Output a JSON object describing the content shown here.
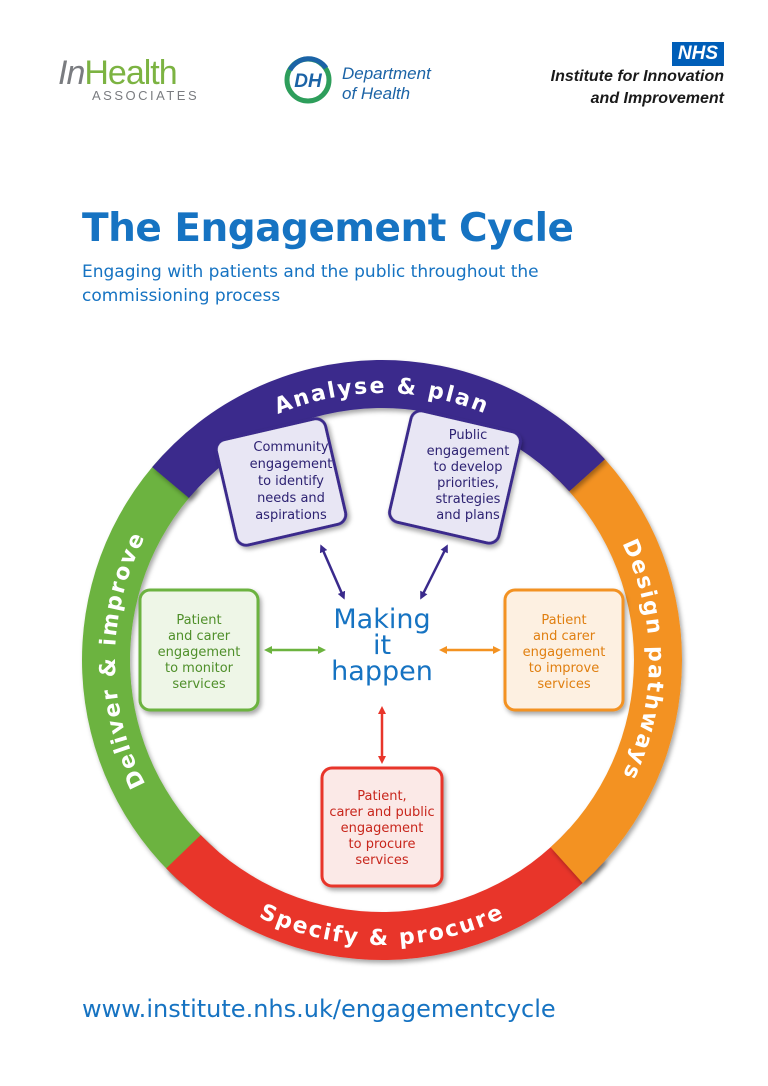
{
  "logos": {
    "inhealth": {
      "in": "In",
      "health": "Health",
      "associates": "ASSOCIATES"
    },
    "dh": {
      "mark": "DH",
      "line1": "Department",
      "line2": "of Health"
    },
    "nhs": {
      "badge": "NHS",
      "line1": "Institute for Innovation",
      "line2": "and Improvement"
    }
  },
  "title": "The Engagement Cycle",
  "subtitle": "Engaging with patients and the public throughout the commissioning process",
  "cycle": {
    "center": [
      "Making",
      "it",
      "happen"
    ],
    "segments": {
      "top": "Analyse & plan",
      "right": "Design pathways",
      "bottom": "Specify & procure",
      "left": "Deliver & improve"
    },
    "boxes": {
      "analyse_left": [
        "Community",
        "engagement",
        "to identify",
        "needs and",
        "aspirations"
      ],
      "analyse_right": [
        "Public",
        "engagement",
        "to develop",
        "priorities,",
        "strategies",
        "and plans"
      ],
      "design": [
        "Patient",
        "and carer",
        "engagement",
        "to improve",
        "services"
      ],
      "procure": [
        "Patient,",
        "carer and public",
        "engagement",
        "to procure",
        "services"
      ],
      "deliver": [
        "Patient",
        "and carer",
        "engagement",
        "to monitor",
        "services"
      ]
    },
    "colors": {
      "analyse": "#3a2a8c",
      "design": "#f39221",
      "procure": "#e8352a",
      "deliver": "#6cb33f"
    }
  },
  "url": "www.institute.nhs.uk/engagementcycle"
}
